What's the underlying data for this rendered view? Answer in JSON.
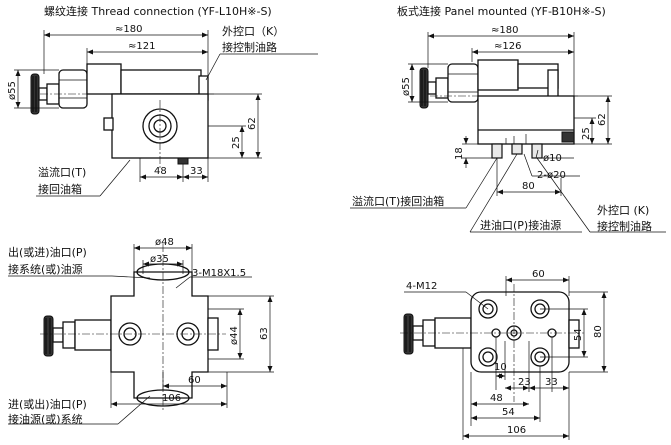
{
  "titles": {
    "thread": "螺纹连接 Thread connection (YF-L10H※-S)",
    "panel": "板式连接 Panel mounted (YF-B10H※-S)"
  },
  "thread_view": {
    "dim_180": "≈180",
    "dim_121": "≈121",
    "dim_d55": "ø55",
    "dim_62": "62",
    "dim_25": "25",
    "dim_48": "48",
    "dim_33": "33",
    "pilot_port_1": "外控口（K）",
    "pilot_port_2": "接控制油路",
    "overflow_1": "溢流口(T)",
    "overflow_2": "接回油箱"
  },
  "panel_view": {
    "dim_180": "≈180",
    "dim_126": "≈126",
    "dim_d55": "ø55",
    "dim_62": "62",
    "dim_25": "25",
    "dim_18": "18",
    "dim_d10": "ø10",
    "dim_d20": "2-ø20",
    "dim_80": "80",
    "overflow": "溢流口(T)接回油箱",
    "inlet": "进油口(P)接油源",
    "pilot_1": "外控口 (K)",
    "pilot_2": "接控制油路"
  },
  "thread_top_view": {
    "port_p_1": "出(或进)油口(P)",
    "port_p_2": "接系统(或)油源",
    "dim_d48": "ø48",
    "dim_d35": "ø35",
    "thread": "3-M18X1.5",
    "dim_d44": "ø44",
    "dim_63": "63",
    "dim_60": "60",
    "dim_106": "106",
    "port_in_1": "进(或出)油口(P)",
    "port_in_2": "接油源(或)系统"
  },
  "panel_top_view": {
    "thread": "4-M12",
    "dim_60": "60",
    "dim_54": "54",
    "dim_80": "80",
    "dim_10": "10",
    "dim_23": "23",
    "dim_33": "33",
    "dim_48": "48",
    "dim_54b": "54",
    "dim_106": "106"
  }
}
